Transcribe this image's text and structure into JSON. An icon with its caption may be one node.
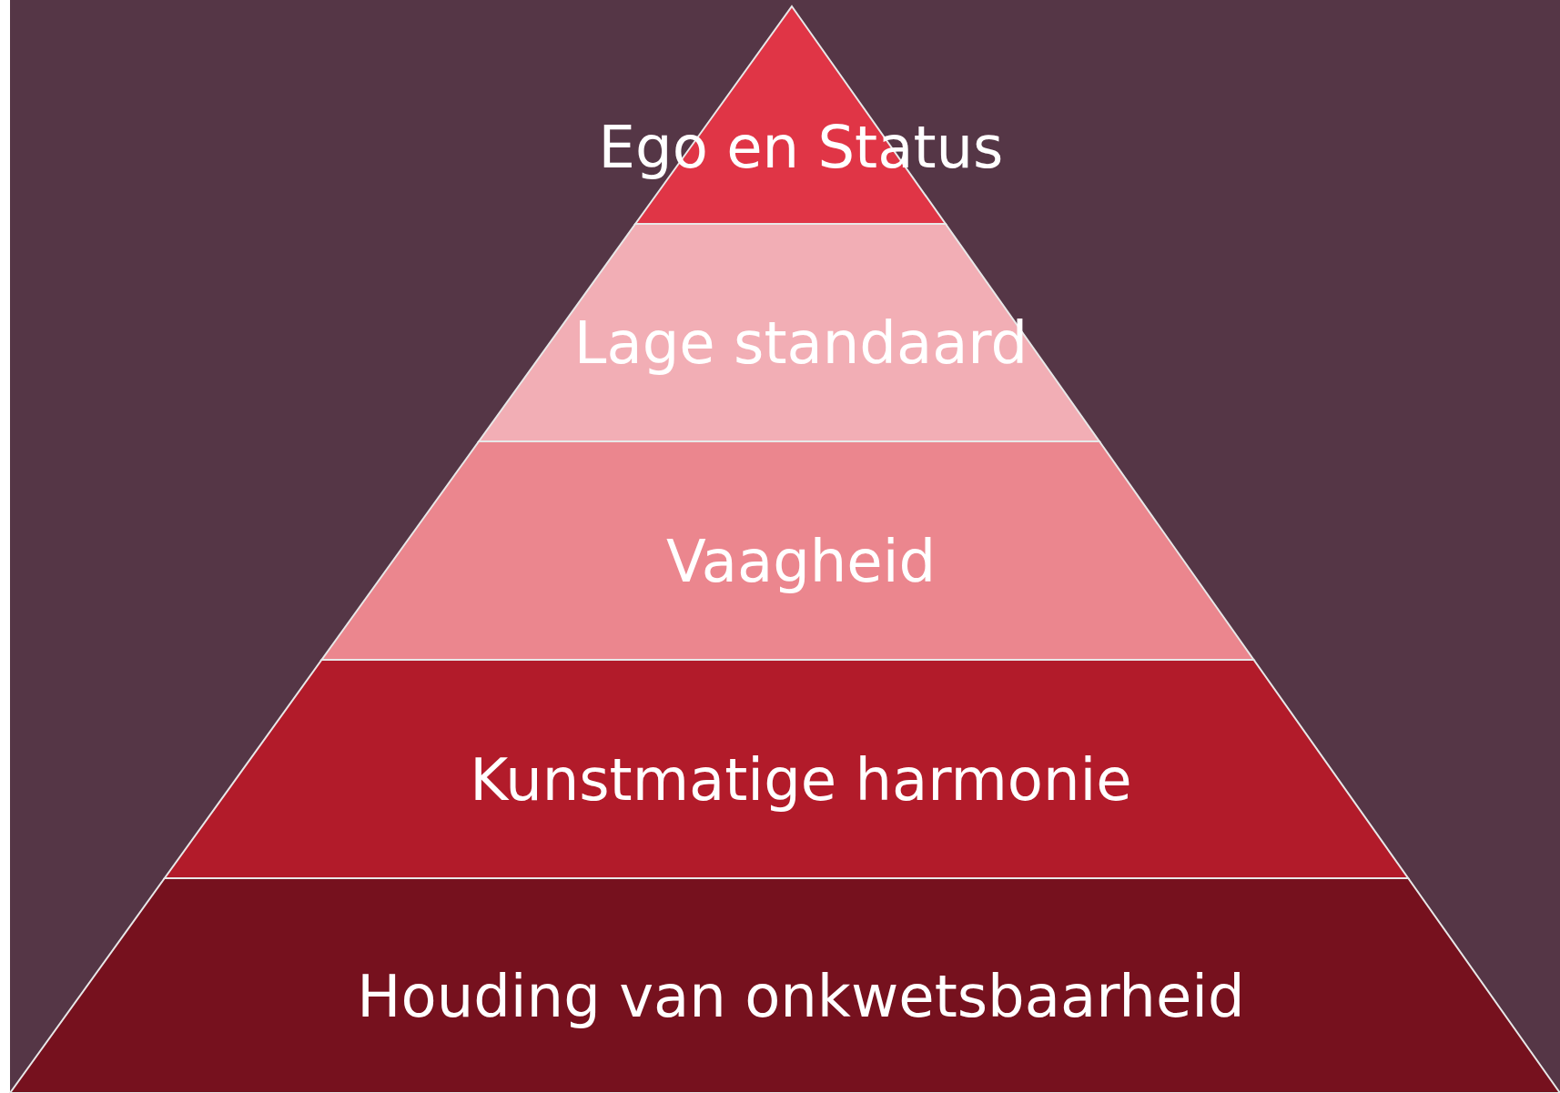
{
  "diagram": {
    "nodes": [
      {
        "text": [
          "Ego en Status"
        ]
      },
      {
        "text": [
          "Lage standaard"
        ]
      },
      {
        "text": [
          "Vaagheid"
        ]
      },
      {
        "text": [
          "Kunstmatige harmonie"
        ]
      },
      {
        "text": [
          "Houding van onkwetsbaarheid"
        ]
      }
    ]
  }
}
